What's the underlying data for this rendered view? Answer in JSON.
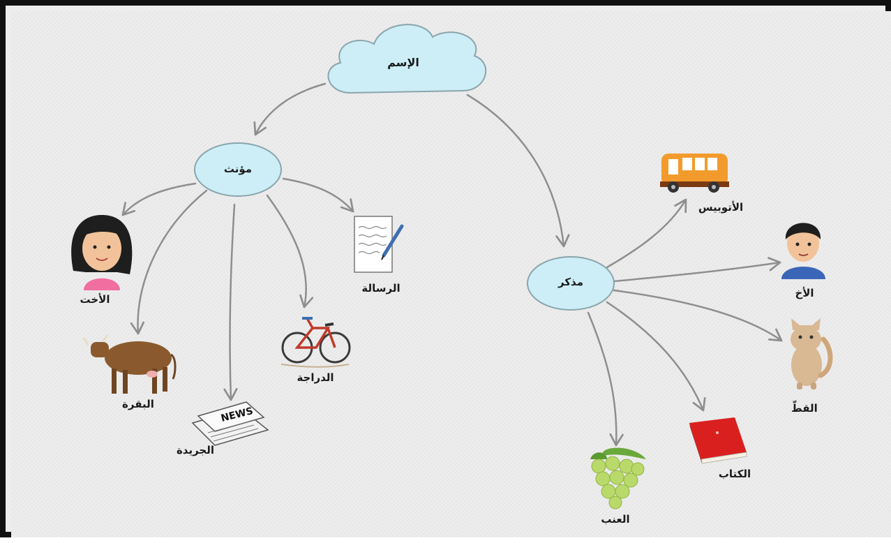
{
  "diagram": {
    "root": {
      "label": "الإسم"
    },
    "feminine": {
      "label": "مؤنث",
      "items": [
        {
          "label": "الأخت",
          "icon": "girl-icon"
        },
        {
          "label": "البقرة",
          "icon": "cow-icon"
        },
        {
          "label": "الجريدة",
          "icon": "newspaper-icon"
        },
        {
          "label": "الدراجة",
          "icon": "bicycle-icon"
        },
        {
          "label": "الرسالة",
          "icon": "letter-icon"
        }
      ]
    },
    "masculine": {
      "label": "مذكر",
      "items": [
        {
          "label": "الأتوبيس",
          "icon": "bus-icon"
        },
        {
          "label": "الأخ",
          "icon": "boy-icon"
        },
        {
          "label": "القطّ",
          "icon": "cat-icon"
        },
        {
          "label": "الكتاب",
          "icon": "book-icon"
        },
        {
          "label": "العنب",
          "icon": "grapes-icon"
        }
      ]
    },
    "colors": {
      "node_fill": "#cdeef7",
      "node_stroke": "#8aa4ad",
      "arrow": "#8e8e8e",
      "background": "#ededed",
      "border": "#111111"
    }
  }
}
